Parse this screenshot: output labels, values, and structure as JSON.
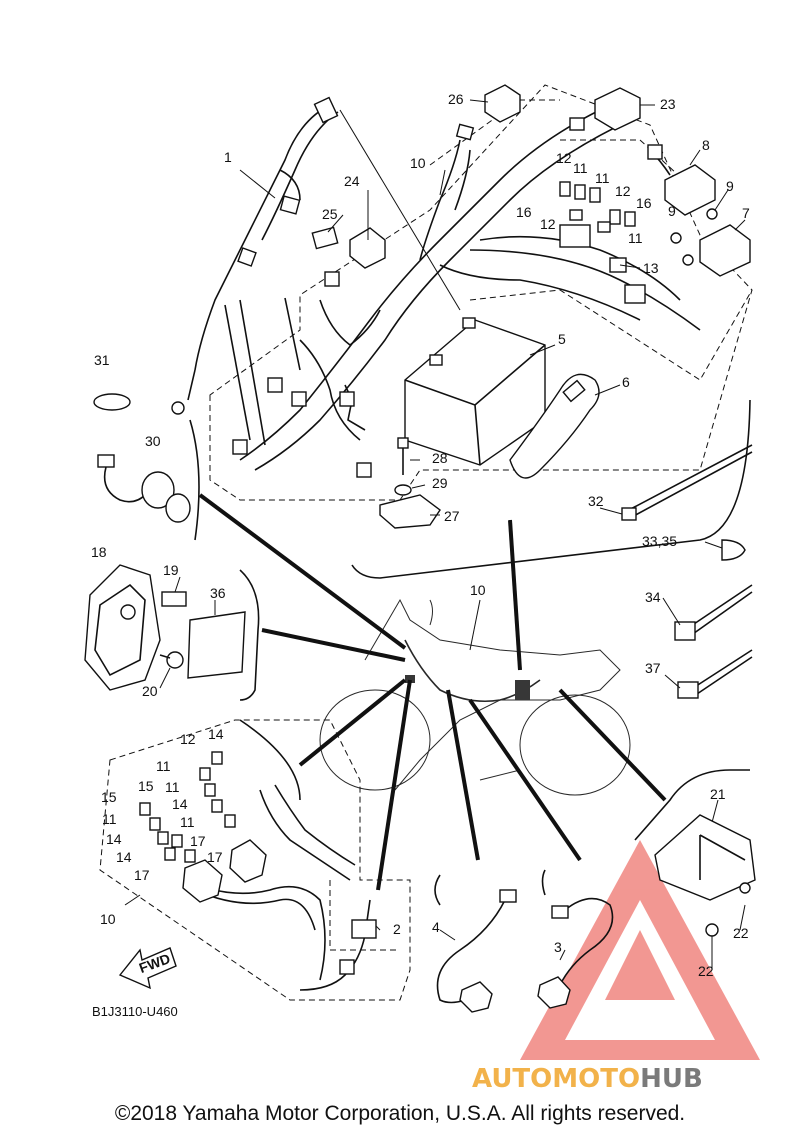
{
  "callouts": {
    "c1": "1",
    "c2": "2",
    "c3": "3",
    "c4": "4",
    "c5": "5",
    "c6": "6",
    "c7": "7",
    "c8": "8",
    "c9a": "9",
    "c9b": "9",
    "c10a": "10",
    "c10b": "10",
    "c10c": "10",
    "c11a": "11",
    "c11b": "11",
    "c11c": "11",
    "c11d": "11",
    "c11e": "11",
    "c11f": "11",
    "c11g": "11",
    "c12a": "12",
    "c12b": "12",
    "c12c": "12",
    "c12d": "12",
    "c13": "13",
    "c14a": "14",
    "c14b": "14",
    "c14c": "14",
    "c14d": "14",
    "c15a": "15",
    "c15b": "15",
    "c16a": "16",
    "c16b": "16",
    "c17a": "17",
    "c17b": "17",
    "c17c": "17",
    "c18": "18",
    "c19": "19",
    "c20": "20",
    "c21": "21",
    "c22a": "22",
    "c22b": "22",
    "c23": "23",
    "c24": "24",
    "c25": "25",
    "c26": "26",
    "c27": "27",
    "c28": "28",
    "c29": "29",
    "c30": "30",
    "c31": "31",
    "c32": "32",
    "c3335": "33,35",
    "c34": "34",
    "c36": "36",
    "c37": "37"
  },
  "fwd_label": "FWD",
  "diagram_code": "B1J3110-U460",
  "copyright": "©2018 Yamaha Motor Corporation, U.S.A. All rights reserved.",
  "watermark": {
    "word_auto": "AUTO",
    "word_moto": "MOTO",
    "word_hub": "HUB",
    "color_orange": "#f2b24a",
    "color_gray": "#7a7a7a",
    "color_red": "#e8433a"
  }
}
